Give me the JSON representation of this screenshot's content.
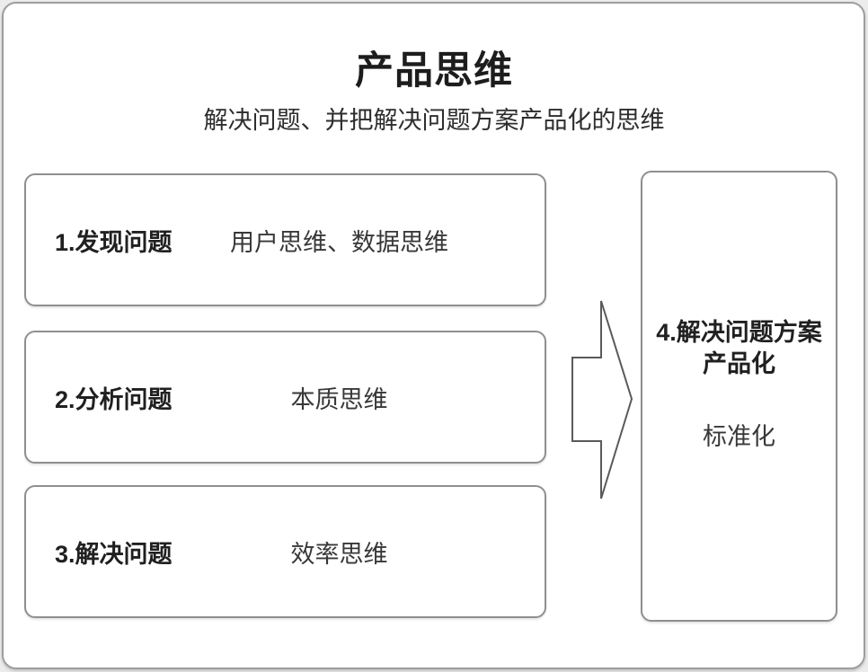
{
  "page": {
    "title": "产品思维",
    "subtitle": "解决问题、并把解决问题方案产品化的思维"
  },
  "steps": [
    {
      "label": "1.发现问题",
      "detail": "用户思维、数据思维"
    },
    {
      "label": "2.分析问题",
      "detail": "本质思维"
    },
    {
      "label": "3.解决问题",
      "detail": "效率思维"
    }
  ],
  "result": {
    "label_line1": "4.解决问题方案",
    "label_line2": "产品化",
    "detail": "标准化"
  },
  "icons": {
    "arrow": "right-arrow-outline"
  },
  "colors": {
    "background": "#ffffff",
    "frame_border": "#9e9e9e",
    "box_border": "#8f8f8f",
    "arrow_stroke": "#5a5a5a",
    "title_text": "#1d1d1d",
    "body_text": "#383838"
  }
}
